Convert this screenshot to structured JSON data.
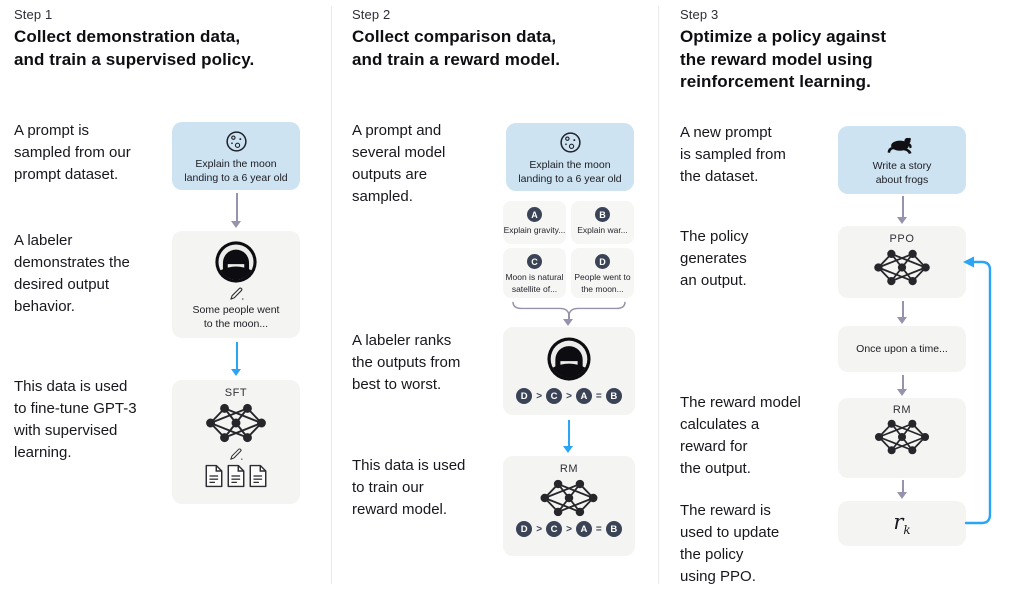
{
  "colors": {
    "prompt_box_bg": "#cde3f1",
    "panel_bg": "#f4f4f2",
    "card_bg": "#f6f6f5",
    "badge_bg": "#3b4457",
    "arrow_gray": "#9693ad",
    "arrow_blue": "#2aa4f5",
    "text": "#17171d"
  },
  "step1": {
    "step_label": "Step 1",
    "title": "Collect demonstration data,\nand train a supervised policy.",
    "caption_prompt": "A prompt is\nsampled from our\nprompt dataset.",
    "caption_labeler": "A labeler\ndemonstrates the\ndesired output\nbehavior.",
    "caption_data": "This data is used\nto fine-tune GPT-3\nwith supervised\nlearning.",
    "prompt_box": {
      "icon": "moon-icon",
      "text": "Explain the moon\nlanding to a 6 year old"
    },
    "labeler_box": {
      "icons": [
        "labeler-avatar-icon",
        "pencil-icon"
      ],
      "text": "Some people went\nto the moon..."
    },
    "sft_box": {
      "label": "SFT",
      "icons": [
        "neural-network-icon",
        "pencil-icon",
        "documents-icon"
      ]
    }
  },
  "step2": {
    "step_label": "Step 2",
    "title": "Collect comparison data,\nand train a reward model.",
    "caption_prompt": "A prompt and\nseveral model\noutputs are\nsampled.",
    "caption_labeler": "A labeler ranks\nthe outputs from\nbest to worst.",
    "caption_data": "This data is used\nto train our\nreward model.",
    "prompt_box": {
      "icon": "moon-icon",
      "text": "Explain the moon\nlanding to a 6 year old"
    },
    "outputs": [
      {
        "label": "A",
        "text": "Explain gravity..."
      },
      {
        "label": "B",
        "text": "Explain war..."
      },
      {
        "label": "C",
        "text": "Moon is natural\nsatellite of..."
      },
      {
        "label": "D",
        "text": "People went to\nthe moon..."
      }
    ],
    "labeler_box": {
      "icons": [
        "labeler-avatar-icon"
      ]
    },
    "ranking": {
      "badges": [
        "D",
        "C",
        "A",
        "B"
      ],
      "separators": [
        ">",
        ">",
        "="
      ]
    },
    "rm_box": {
      "label": "RM",
      "icons": [
        "neural-network-icon"
      ]
    }
  },
  "step3": {
    "step_label": "Step 3",
    "title": "Optimize a policy against\nthe reward model using\nreinforcement learning.",
    "caption_prompt": "A new prompt\nis sampled from\nthe dataset.",
    "caption_policy": "The policy\ngenerates\nan output.",
    "caption_reward": "The reward model\ncalculates a\nreward for\nthe output.",
    "caption_update": "The reward is\nused to update\nthe policy\nusing PPO.",
    "prompt_box": {
      "icon": "frog-icon",
      "text": "Write a story\nabout frogs"
    },
    "ppo_box": {
      "label": "PPO",
      "icons": [
        "neural-network-icon"
      ]
    },
    "output_box": {
      "text": "Once upon a time..."
    },
    "rm_box": {
      "label": "RM",
      "icons": [
        "neural-network-icon"
      ]
    },
    "reward_box": {
      "base": "r",
      "subscript": "k"
    }
  }
}
